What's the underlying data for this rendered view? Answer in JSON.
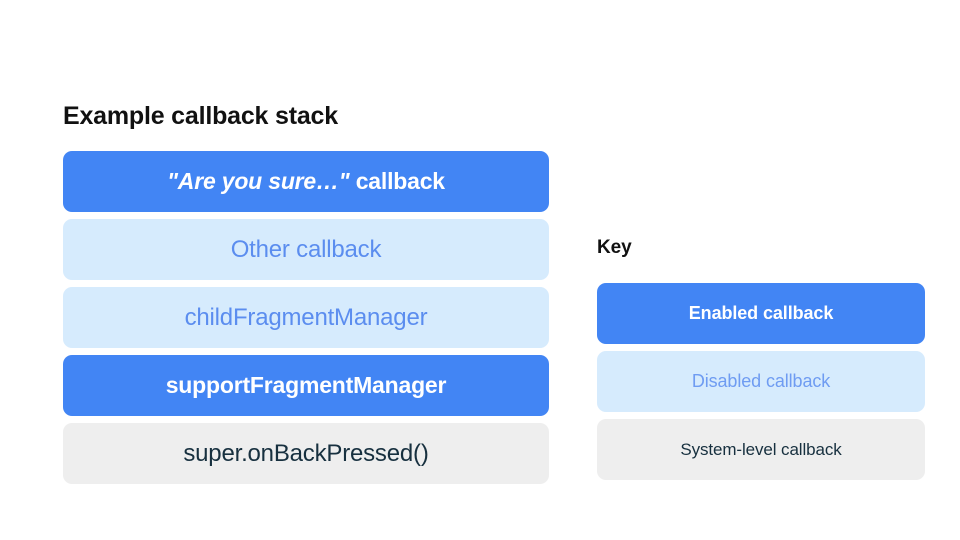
{
  "background_color": "#ffffff",
  "palette": {
    "enabled_fill": "#4285f4",
    "enabled_text": "#ffffff",
    "disabled_fill": "#d6ebfd",
    "disabled_text": "#5b8def",
    "system_fill": "#eeeeee",
    "system_text": "#17303f",
    "heading_text": "#111111"
  },
  "stack": {
    "title": "Example callback stack",
    "items": [
      {
        "label": "\"Are you sure…\" callback",
        "quoted_part": "\"Are you sure…\"",
        "plain_part": " callback",
        "state": "enabled"
      },
      {
        "label": "Other callback",
        "state": "disabled"
      },
      {
        "label": "childFragmentManager",
        "state": "disabled"
      },
      {
        "label": "supportFragmentManager",
        "state": "enabled"
      },
      {
        "label": "super.onBackPressed()",
        "state": "system"
      }
    ]
  },
  "key": {
    "title": "Key",
    "items": [
      {
        "label": "Enabled callback",
        "state": "enabled"
      },
      {
        "label": "Disabled callback",
        "state": "disabled"
      },
      {
        "label": "System-level callback",
        "state": "system"
      }
    ]
  }
}
